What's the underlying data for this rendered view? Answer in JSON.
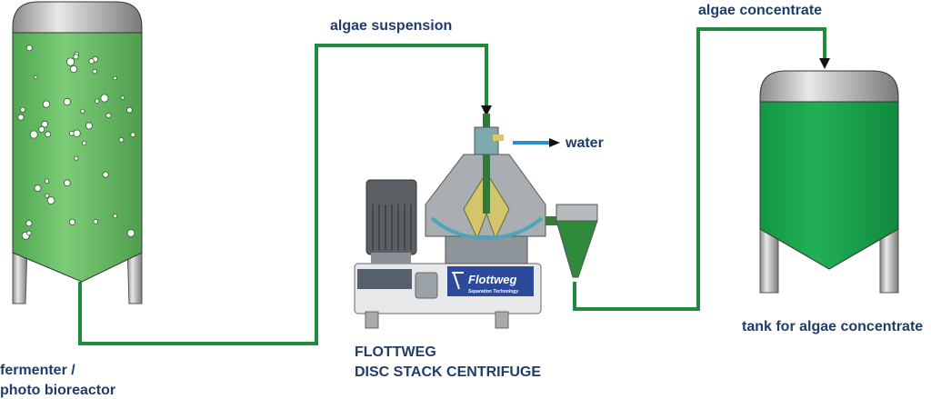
{
  "labels": {
    "algae_suspension": "algae suspension",
    "algae_concentrate": "algae concentrate",
    "water": "water",
    "tank": "tank for algae concentrate",
    "fermenter_line1": "fermenter /",
    "fermenter_line2": "photo bioreactor",
    "centrifuge_line1": "FLOTTWEG",
    "centrifuge_line2": "DISC STACK CENTRIFUGE"
  },
  "logo": {
    "brand": "Flottweg",
    "tagline": "Separation Technology"
  },
  "colors": {
    "pipe": "#1e8c3c",
    "text": "#1f3d6b",
    "water": "#2a8fc8",
    "tank_green": "#1fa050",
    "fermenter_green": "#6cbf6a"
  }
}
